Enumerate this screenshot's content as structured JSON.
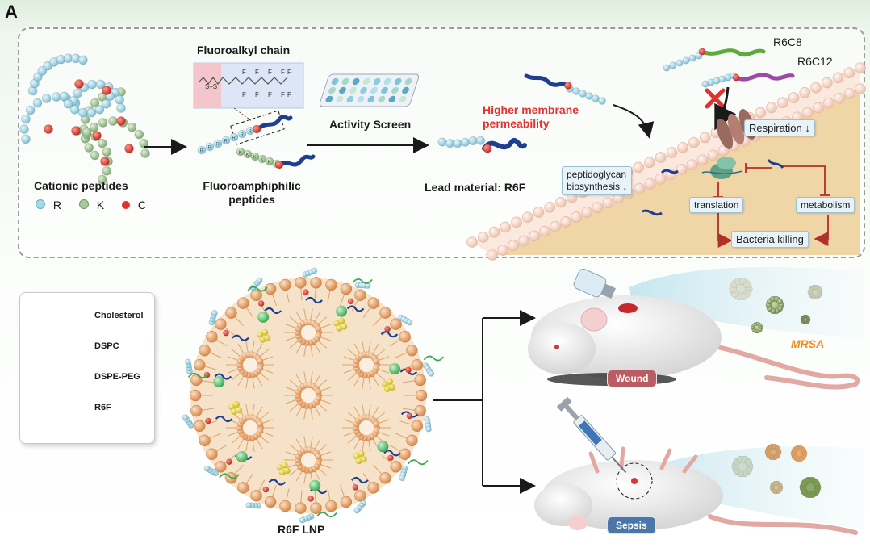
{
  "panel_label": "A",
  "top_panel": {
    "cationic": {
      "title": "Cationic peptides",
      "legend": [
        {
          "letter": "R",
          "color": "#a8d8e8"
        },
        {
          "letter": "K",
          "color": "#a8c99a"
        },
        {
          "letter": "C",
          "color": "#e0332f"
        }
      ]
    },
    "fluoroalkyl_title": "Fluoroalkyl chain",
    "fluoroamphiphilic": {
      "line1": "Fluoroamphiphilic",
      "line2": "peptides"
    },
    "activity_screen": "Activity Screen",
    "lead_material": "Lead material: R6F",
    "higher_membrane": {
      "line1": "Higher membrane",
      "line2": "permeability"
    },
    "analogs": {
      "first": "R6C8",
      "second": "R6C12"
    },
    "mechanisms": {
      "respiration": "Respiration ↓",
      "peptidoglycan_line1": "peptidoglycan",
      "peptidoglycan_line2": "biosynthesis ↓",
      "translation": "translation",
      "metabolism": "metabolism",
      "bacteria_killing": "Bacteria killing"
    },
    "peptide_letters": {
      "r": "R",
      "k": "K"
    }
  },
  "bottom_panel": {
    "legend_items": [
      {
        "label": "Cholesterol",
        "icon": "cholesterol-icon"
      },
      {
        "label": "DSPC",
        "icon": "dspc-icon"
      },
      {
        "label": "DSPE-PEG",
        "icon": "dspe-peg-icon"
      },
      {
        "label": "R6F",
        "icon": "r6f-icon"
      }
    ],
    "lnp_label": "R6F LNP",
    "mrsa": "MRSA",
    "wound": "Wound",
    "sepsis": "Sepsis"
  },
  "colors": {
    "arginine": "#a8d8e8",
    "lysine": "#a8c99a",
    "cysteine": "#e0332f",
    "lipid_head": "#e6a066",
    "membrane_head": "#f6d8c8",
    "cell_interior": "#ecd1a0",
    "fluoro_tail": "#1e3f8f",
    "highlight_red": "#e0332f",
    "mrsa_orange": "#f08c1e",
    "wound_badge": "#b95c63",
    "sepsis_badge": "#4a77a8"
  }
}
